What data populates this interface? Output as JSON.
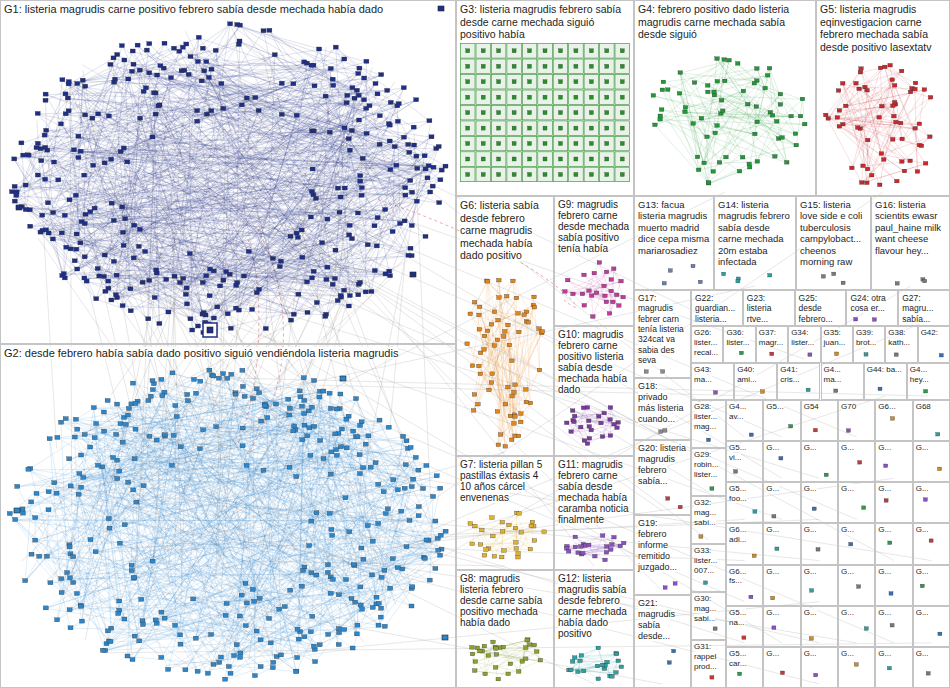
{
  "diagram": {
    "nodes": [
      {
        "text": [
          "G1: listeria magrudis carne positivo febrero sabía desde mechada había dado"
        ]
      },
      {
        "text": [
          "G2: desde febrero había sabía dado positivo siguió vendiéndola listeria magrudis"
        ]
      },
      {
        "text": [
          "G3: listeria magrudis febrero sabía desde carne mechada siguió positivo había"
        ]
      },
      {
        "text": [
          "G4: febrero positivo dado listeria magrudis carne mechada sabía desde siguió"
        ]
      },
      {
        "text": [
          "G5: listeria magrudis eqinvestigacion carne febrero mechada sabía desde positivo lasextatv"
        ]
      },
      {
        "text": [
          "G6: listeria sabía desde febrero carne magrudis mechada había dado positivo"
        ]
      },
      {
        "text": [
          "G9: magrudis febrero carne desde mechada sabía positivo tenía había"
        ]
      },
      {
        "text": [
          "G13: facua listeria magrudis muerto madrid dice cepa misma mariarosadiez"
        ]
      },
      {
        "text": [
          "G14: listeria magrudis febrero sabía desde carne mechada 20m estaba infectada"
        ]
      },
      {
        "text": [
          "G15: listeria love side e coli tuberculosis campylobact... cheenos morning raw"
        ]
      },
      {
        "text": [
          "G16: listeria scientits ewasr paul_haine milk want cheese flavour hey..."
        ]
      },
      {
        "text": [
          "G10: magrudis febrero carne positivo listeria sabía desde mechada había dado"
        ]
      },
      {
        "text": [
          "G17: magrudis febrer carn tenía listeria 324cat va sabia des seva"
        ]
      },
      {
        "text": [
          "G22: guardian... listeria..."
        ]
      },
      {
        "text": [
          "G23: listeria rtve..."
        ]
      },
      {
        "text": [
          "G25: desde febrero..."
        ]
      },
      {
        "text": [
          "G24: otra cosa er..."
        ]
      },
      {
        "text": [
          "G27: magru... sabía..."
        ]
      },
      {
        "text": [
          "G7: listeria pillan 5 pastillas éxtasis 4 10 años cárcel envenenas"
        ]
      },
      {
        "text": [
          "G11: magrudis febrero carne sabía desde mechada había caramba noticia finalmente"
        ]
      },
      {
        "text": [
          "G18: privado más listeria cuando..."
        ]
      },
      {
        "text": [
          "G26: lister... recal..."
        ]
      },
      {
        "text": [
          "G36: lister..."
        ]
      },
      {
        "text": [
          "G37: magr..."
        ]
      },
      {
        "text": [
          "G34: lister..."
        ]
      },
      {
        "text": [
          "G35: juan..."
        ]
      },
      {
        "text": [
          "G39: brot..."
        ]
      },
      {
        "text": [
          "G38: kath..."
        ]
      },
      {
        "text": [
          "G42:"
        ]
      },
      {
        "text": [
          "G43: ma..."
        ]
      },
      {
        "text": [
          "G40: ami..."
        ]
      },
      {
        "text": [
          "G41: cris..."
        ]
      },
      {
        "text": [
          "G4... ma..."
        ]
      },
      {
        "text": [
          "G44: ba..."
        ]
      },
      {
        "text": [
          "G4... hey..."
        ]
      },
      {
        "text": [
          "G28: lister... mag..."
        ]
      },
      {
        "text": [
          "G20: listeria magrudis febrero sabía..."
        ]
      },
      {
        "text": [
          "G29: robin... lister..."
        ]
      },
      {
        "text": [
          "G8: magrudis listeria febrero desde carne sabía positivo mechada había dado"
        ]
      },
      {
        "text": [
          "G12: listeria magrudis sabía desde febrero carne mechada había dado positivo"
        ]
      },
      {
        "text": [
          "G19: febrero informe remitido juzgado..."
        ]
      },
      {
        "text": [
          "G32: mag... sabí..."
        ]
      },
      {
        "text": [
          "G33: lister... 007..."
        ]
      },
      {
        "text": [
          "G30: mag... sabi..."
        ]
      },
      {
        "text": [
          "G21: magrudis sabía desde..."
        ]
      },
      {
        "text": [
          "G31: rappel prod..."
        ]
      },
      {
        "text": [
          "G4... av..."
        ]
      },
      {
        "text": [
          "G5..."
        ]
      },
      {
        "text": [
          "G54"
        ]
      },
      {
        "text": [
          "G70"
        ]
      },
      {
        "text": [
          "G6..."
        ]
      },
      {
        "text": [
          "G68"
        ]
      },
      {
        "text": [
          "G5... vi..."
        ]
      },
      {
        "text": [
          "G..."
        ]
      },
      {
        "text": [
          "G..."
        ]
      },
      {
        "text": [
          "G..."
        ]
      },
      {
        "text": [
          "G..."
        ]
      },
      {
        "text": [
          "G..."
        ]
      },
      {
        "text": [
          "G5... foo..."
        ]
      },
      {
        "text": [
          "G..."
        ]
      },
      {
        "text": [
          "G..."
        ]
      },
      {
        "text": [
          "G..."
        ]
      },
      {
        "text": [
          "G..."
        ]
      },
      {
        "text": [
          "G..."
        ]
      },
      {
        "text": [
          "G6... adi..."
        ]
      },
      {
        "text": [
          "G..."
        ]
      },
      {
        "text": [
          "G..."
        ]
      },
      {
        "text": [
          "G..."
        ]
      },
      {
        "text": [
          "G..."
        ]
      },
      {
        "text": [
          "G..."
        ]
      },
      {
        "text": [
          "G6... fs..."
        ]
      },
      {
        "text": [
          "G..."
        ]
      },
      {
        "text": [
          "G..."
        ]
      },
      {
        "text": [
          "G..."
        ]
      },
      {
        "text": [
          "G..."
        ]
      },
      {
        "text": [
          "G..."
        ]
      },
      {
        "text": [
          "G5... na..."
        ]
      },
      {
        "text": [
          "G..."
        ]
      },
      {
        "text": [
          "G..."
        ]
      },
      {
        "text": [
          "G..."
        ]
      },
      {
        "text": [
          "G..."
        ]
      },
      {
        "text": [
          "G..."
        ]
      },
      {
        "text": [
          "G5... car..."
        ]
      },
      {
        "text": [
          "G..."
        ]
      },
      {
        "text": [
          "G..."
        ]
      },
      {
        "text": [
          "G..."
        ]
      },
      {
        "text": [
          "G..."
        ]
      },
      {
        "text": [
          "G..."
        ]
      }
    ]
  }
}
